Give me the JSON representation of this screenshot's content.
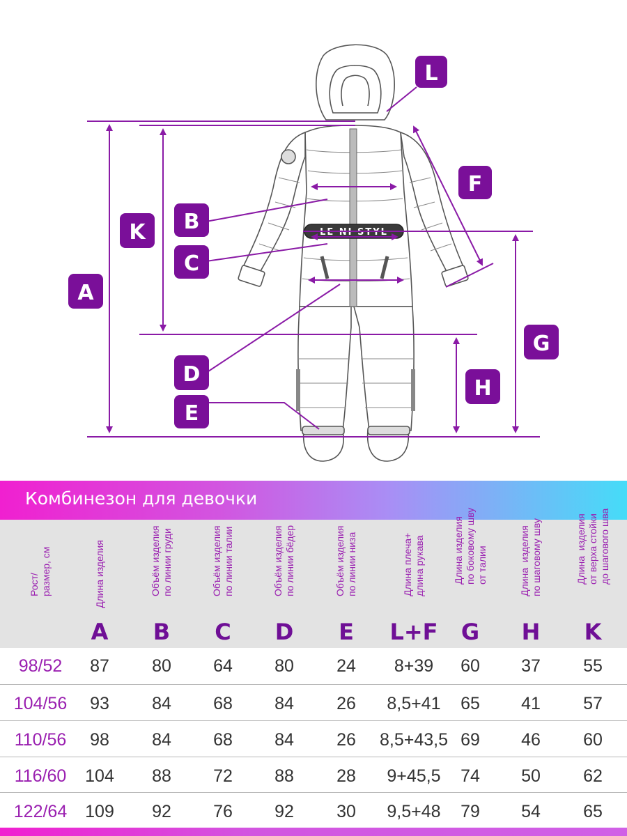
{
  "product_title": "Комбинезон для девочки",
  "diagram": {
    "labels": [
      "L",
      "F",
      "B",
      "K",
      "C",
      "A",
      "G",
      "D",
      "H",
      "E"
    ],
    "belt_text": "LE NI STYL",
    "colors": {
      "accent": "#7a0f99",
      "line": "#8a1aa6",
      "garment_stroke": "#555555",
      "belt": "#3a3a3a"
    }
  },
  "table": {
    "columns": [
      {
        "label": "Рост/\nразмер, см",
        "letter": ""
      },
      {
        "label": "Длина изделия",
        "letter": "A"
      },
      {
        "label": "Объём изделия\nпо линии груди",
        "letter": "B"
      },
      {
        "label": "Объём изделия\nпо линии талии",
        "letter": "C"
      },
      {
        "label": "Объём изделия\nпо линии бёдер",
        "letter": "D"
      },
      {
        "label": "Объём изделия\nпо линии низа",
        "letter": "E"
      },
      {
        "label": "Длина плеча+\nдлина рукава",
        "letter": "L+F"
      },
      {
        "label": "Длина изделия\nпо боковому шву\nот талии",
        "letter": "G"
      },
      {
        "label": "Длина  изделия\nпо шаговому шву",
        "letter": "H"
      },
      {
        "label": "Длина  изделия\nот верха стойки\nдо шагового шва",
        "letter": "K"
      }
    ],
    "rows": [
      [
        "98/52",
        "87",
        "80",
        "64",
        "80",
        "24",
        "8+39",
        "60",
        "37",
        "55"
      ],
      [
        "104/56",
        "93",
        "84",
        "68",
        "84",
        "26",
        "8,5+41",
        "65",
        "41",
        "57"
      ],
      [
        "110/56",
        "98",
        "84",
        "68",
        "84",
        "26",
        "8,5+43,5",
        "69",
        "46",
        "60"
      ],
      [
        "116/60",
        "104",
        "88",
        "72",
        "88",
        "28",
        "9+45,5",
        "74",
        "50",
        "62"
      ],
      [
        "122/64",
        "109",
        "92",
        "76",
        "92",
        "30",
        "9,5+48",
        "79",
        "54",
        "65"
      ]
    ]
  }
}
